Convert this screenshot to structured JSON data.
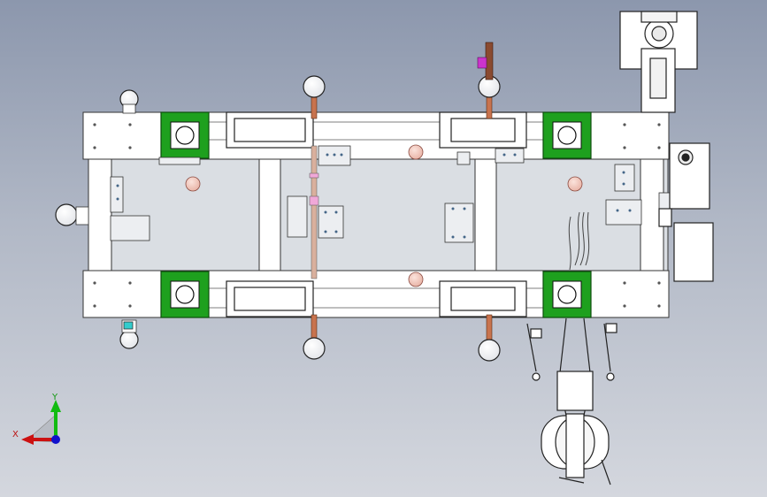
{
  "viewport": {
    "background_top": "#8c97ad",
    "background_bottom": "#d4d7de"
  },
  "model": {
    "frame_color": "#ffffff",
    "panel_color": "#d9dde2",
    "edge_color": "#3a3a3a",
    "block_color": "#1ea01e",
    "copper_color": "#c8734e",
    "pink_color": "#f1c6bc",
    "magenta_color": "#cc33cc",
    "cyan_color": "#33cccc",
    "rod_color": "#8a4a30",
    "casters": 9,
    "corner_blocks": 4
  },
  "triad": {
    "x_label": "X",
    "y_label": "Y",
    "x_color": "#cc1111",
    "y_color": "#11bb11",
    "z_color": "#1111cc"
  }
}
